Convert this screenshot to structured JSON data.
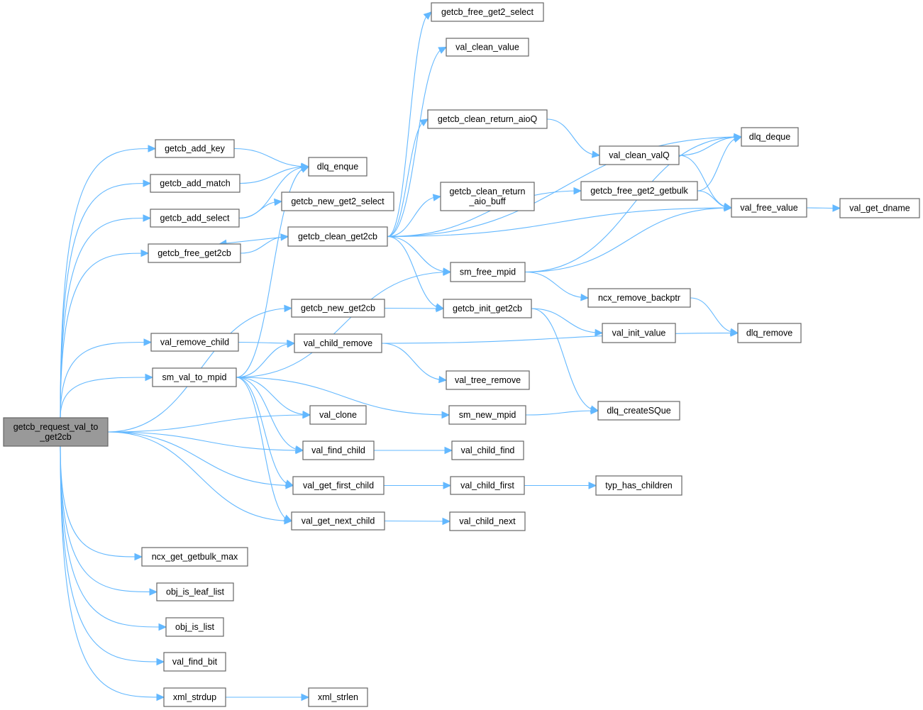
{
  "graph": {
    "type": "call-graph",
    "root": "root",
    "nodes": [
      {
        "id": "root",
        "lines": [
          "getcb_request_val_to",
          "_get2cb"
        ],
        "highlighted": true
      },
      {
        "id": "getcb_add_key",
        "lines": [
          "getcb_add_key"
        ]
      },
      {
        "id": "getcb_add_match",
        "lines": [
          "getcb_add_match"
        ]
      },
      {
        "id": "getcb_add_select",
        "lines": [
          "getcb_add_select"
        ]
      },
      {
        "id": "getcb_free_get2cb",
        "lines": [
          "getcb_free_get2cb"
        ]
      },
      {
        "id": "getcb_new_get2cb",
        "lines": [
          "getcb_new_get2cb"
        ]
      },
      {
        "id": "val_remove_child",
        "lines": [
          "val_remove_child"
        ]
      },
      {
        "id": "sm_val_to_mpid",
        "lines": [
          "sm_val_to_mpid"
        ]
      },
      {
        "id": "val_clone",
        "lines": [
          "val_clone"
        ]
      },
      {
        "id": "val_find_child",
        "lines": [
          "val_find_child"
        ]
      },
      {
        "id": "val_get_first_child",
        "lines": [
          "val_get_first_child"
        ]
      },
      {
        "id": "val_get_next_child",
        "lines": [
          "val_get_next_child"
        ]
      },
      {
        "id": "ncx_get_getbulk_max",
        "lines": [
          "ncx_get_getbulk_max"
        ]
      },
      {
        "id": "obj_is_leaf_list",
        "lines": [
          "obj_is_leaf_list"
        ]
      },
      {
        "id": "obj_is_list",
        "lines": [
          "obj_is_list"
        ]
      },
      {
        "id": "val_find_bit",
        "lines": [
          "val_find_bit"
        ]
      },
      {
        "id": "xml_strdup",
        "lines": [
          "xml_strdup"
        ]
      },
      {
        "id": "xml_strlen",
        "lines": [
          "xml_strlen"
        ]
      },
      {
        "id": "dlq_enque",
        "lines": [
          "dlq_enque"
        ]
      },
      {
        "id": "getcb_new_get2_select",
        "lines": [
          "getcb_new_get2_select"
        ]
      },
      {
        "id": "getcb_clean_get2cb",
        "lines": [
          "getcb_clean_get2cb"
        ]
      },
      {
        "id": "getcb_free_get2_select",
        "lines": [
          "getcb_free_get2_select"
        ]
      },
      {
        "id": "val_clean_value",
        "lines": [
          "val_clean_value"
        ]
      },
      {
        "id": "getcb_clean_return_aioQ",
        "lines": [
          "getcb_clean_return_aioQ"
        ]
      },
      {
        "id": "getcb_clean_return_aio_buff",
        "lines": [
          "getcb_clean_return",
          "_aio_buff"
        ]
      },
      {
        "id": "sm_free_mpid",
        "lines": [
          "sm_free_mpid"
        ]
      },
      {
        "id": "getcb_init_get2cb",
        "lines": [
          "getcb_init_get2cb"
        ]
      },
      {
        "id": "val_child_remove",
        "lines": [
          "val_child_remove"
        ]
      },
      {
        "id": "val_tree_remove",
        "lines": [
          "val_tree_remove"
        ]
      },
      {
        "id": "sm_new_mpid",
        "lines": [
          "sm_new_mpid"
        ]
      },
      {
        "id": "val_child_find",
        "lines": [
          "val_child_find"
        ]
      },
      {
        "id": "val_child_first",
        "lines": [
          "val_child_first"
        ]
      },
      {
        "id": "val_child_next",
        "lines": [
          "val_child_next"
        ]
      },
      {
        "id": "dlq_deque",
        "lines": [
          "dlq_deque"
        ]
      },
      {
        "id": "val_clean_valQ",
        "lines": [
          "val_clean_valQ"
        ]
      },
      {
        "id": "getcb_free_get2_getbulk",
        "lines": [
          "getcb_free_get2_getbulk"
        ]
      },
      {
        "id": "val_free_value",
        "lines": [
          "val_free_value"
        ]
      },
      {
        "id": "val_get_dname",
        "lines": [
          "val_get_dname"
        ]
      },
      {
        "id": "ncx_remove_backptr",
        "lines": [
          "ncx_remove_backptr"
        ]
      },
      {
        "id": "val_init_value",
        "lines": [
          "val_init_value"
        ]
      },
      {
        "id": "dlq_remove",
        "lines": [
          "dlq_remove"
        ]
      },
      {
        "id": "dlq_createSQue",
        "lines": [
          "dlq_createSQue"
        ]
      },
      {
        "id": "typ_has_children",
        "lines": [
          "typ_has_children"
        ]
      }
    ],
    "edges": [
      [
        "root",
        "getcb_add_key"
      ],
      [
        "root",
        "getcb_add_match"
      ],
      [
        "root",
        "getcb_add_select"
      ],
      [
        "root",
        "getcb_free_get2cb"
      ],
      [
        "root",
        "getcb_new_get2cb"
      ],
      [
        "root",
        "val_remove_child"
      ],
      [
        "root",
        "sm_val_to_mpid"
      ],
      [
        "root",
        "val_clone"
      ],
      [
        "root",
        "val_find_child"
      ],
      [
        "root",
        "val_get_first_child"
      ],
      [
        "root",
        "val_get_next_child"
      ],
      [
        "root",
        "ncx_get_getbulk_max"
      ],
      [
        "root",
        "obj_is_leaf_list"
      ],
      [
        "root",
        "obj_is_list"
      ],
      [
        "root",
        "val_find_bit"
      ],
      [
        "root",
        "xml_strdup"
      ],
      [
        "getcb_add_key",
        "dlq_enque"
      ],
      [
        "getcb_add_match",
        "dlq_enque"
      ],
      [
        "getcb_add_select",
        "dlq_enque"
      ],
      [
        "getcb_add_select",
        "getcb_new_get2_select"
      ],
      [
        "getcb_free_get2cb",
        "getcb_clean_get2cb"
      ],
      [
        "getcb_clean_get2cb",
        "getcb_free_get2cb"
      ],
      [
        "getcb_clean_get2cb",
        "getcb_free_get2_select"
      ],
      [
        "getcb_clean_get2cb",
        "val_clean_value"
      ],
      [
        "getcb_clean_get2cb",
        "dlq_deque"
      ],
      [
        "getcb_clean_get2cb",
        "getcb_clean_return_aioQ"
      ],
      [
        "getcb_clean_get2cb",
        "getcb_free_get2_getbulk"
      ],
      [
        "getcb_clean_get2cb",
        "getcb_clean_return_aio_buff"
      ],
      [
        "getcb_clean_get2cb",
        "val_free_value"
      ],
      [
        "getcb_clean_get2cb",
        "sm_free_mpid"
      ],
      [
        "getcb_clean_get2cb",
        "getcb_init_get2cb"
      ],
      [
        "getcb_new_get2cb",
        "getcb_init_get2cb"
      ],
      [
        "getcb_init_get2cb",
        "val_init_value"
      ],
      [
        "getcb_init_get2cb",
        "dlq_createSQue"
      ],
      [
        "val_remove_child",
        "val_child_remove"
      ],
      [
        "sm_val_to_mpid",
        "dlq_enque"
      ],
      [
        "sm_val_to_mpid",
        "sm_free_mpid"
      ],
      [
        "sm_val_to_mpid",
        "val_child_remove"
      ],
      [
        "sm_val_to_mpid",
        "sm_new_mpid"
      ],
      [
        "sm_val_to_mpid",
        "val_clone"
      ],
      [
        "sm_val_to_mpid",
        "val_find_child"
      ],
      [
        "sm_val_to_mpid",
        "val_get_first_child"
      ],
      [
        "sm_val_to_mpid",
        "val_get_next_child"
      ],
      [
        "val_child_remove",
        "dlq_remove"
      ],
      [
        "val_child_remove",
        "val_tree_remove"
      ],
      [
        "sm_free_mpid",
        "dlq_deque"
      ],
      [
        "sm_free_mpid",
        "val_free_value"
      ],
      [
        "sm_free_mpid",
        "ncx_remove_backptr"
      ],
      [
        "ncx_remove_backptr",
        "dlq_remove"
      ],
      [
        "getcb_clean_return_aioQ",
        "val_clean_valQ"
      ],
      [
        "val_clean_valQ",
        "dlq_deque"
      ],
      [
        "val_clean_valQ",
        "val_free_value"
      ],
      [
        "getcb_free_get2_getbulk",
        "dlq_deque"
      ],
      [
        "getcb_free_get2_getbulk",
        "val_free_value"
      ],
      [
        "val_free_value",
        "val_get_dname"
      ],
      [
        "sm_new_mpid",
        "dlq_createSQue"
      ],
      [
        "val_find_child",
        "val_child_find"
      ],
      [
        "val_get_first_child",
        "val_child_first"
      ],
      [
        "val_child_first",
        "typ_has_children"
      ],
      [
        "val_get_next_child",
        "val_child_next"
      ],
      [
        "xml_strdup",
        "xml_strlen"
      ]
    ]
  },
  "colors": {
    "edge": "#63b8ff",
    "root_fill": "#999999",
    "node_border": "#666666"
  }
}
